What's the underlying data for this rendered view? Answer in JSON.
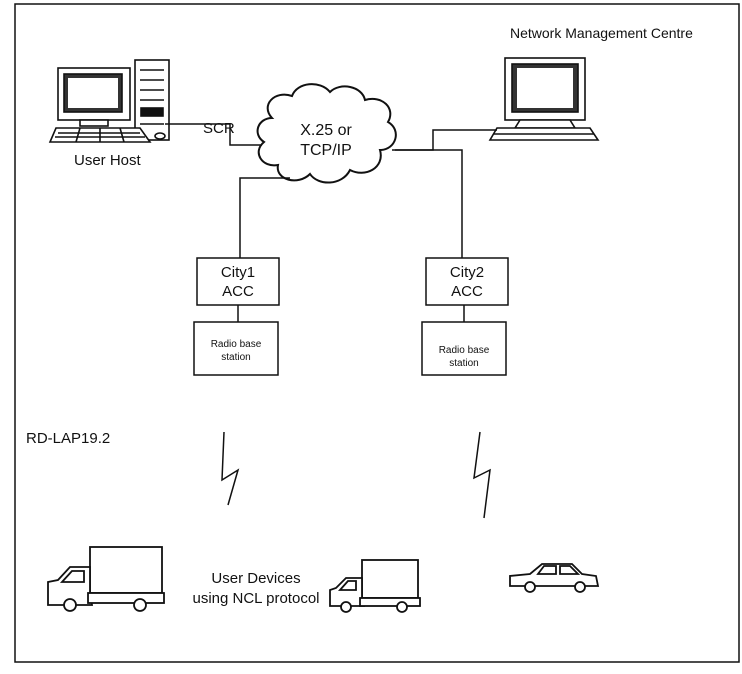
{
  "labels": {
    "nmc": "Network Management Centre",
    "user_host": "User Host",
    "scr": "SCR",
    "network_line1": "X.25 or",
    "network_line2": "TCP/IP",
    "city1_line1": "City1",
    "city1_line2": "ACC",
    "city2_line1": "City2",
    "city2_line2": "ACC",
    "rbs1_line1": "Radio base",
    "rbs1_line2": "station",
    "rbs2_line1": "Radio base",
    "rbs2_line2": "station",
    "rdlap": "RD-LAP19.2",
    "devices_line1": "User Devices",
    "devices_line2": "using NCL protocol"
  },
  "icons": [
    "desktop-computer-icon",
    "monitor-terminal-icon",
    "cloud-network-icon",
    "lightning-link-icon",
    "truck-icon",
    "car-icon"
  ],
  "colors": {
    "stroke": "#111111",
    "background": "#ffffff"
  }
}
